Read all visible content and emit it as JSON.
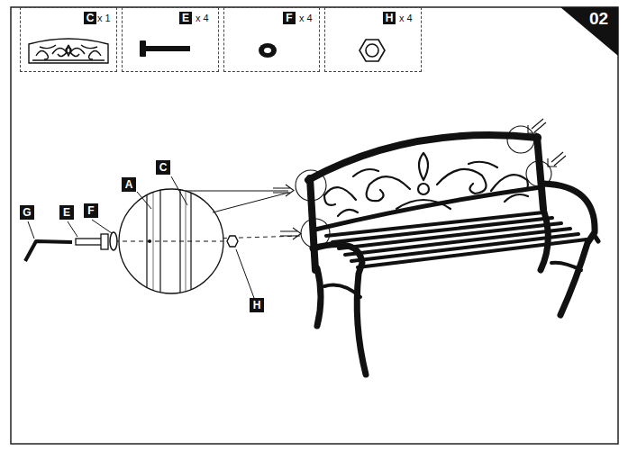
{
  "diagram": {
    "nodes": [
      {
        "text": [
          "x 1"
        ]
      },
      {
        "text": [
          "C"
        ],
        "in": 0
      },
      {
        "text": [
          "x 4"
        ]
      },
      {
        "text": [
          "E"
        ],
        "in": 2
      },
      {
        "text": [
          "x 4"
        ]
      },
      {
        "text": [
          "F"
        ],
        "in": 4
      },
      {
        "text": [
          "x 4"
        ]
      },
      {
        "text": [
          "H"
        ],
        "in": 6
      },
      {
        "text": [
          "02"
        ]
      },
      {
        "text": [
          "C"
        ]
      },
      {
        "text": [
          "A"
        ]
      },
      {
        "text": [
          "G"
        ]
      },
      {
        "text": [
          "E"
        ]
      },
      {
        "text": [
          "F"
        ]
      },
      {
        "text": [
          "H"
        ]
      }
    ]
  }
}
